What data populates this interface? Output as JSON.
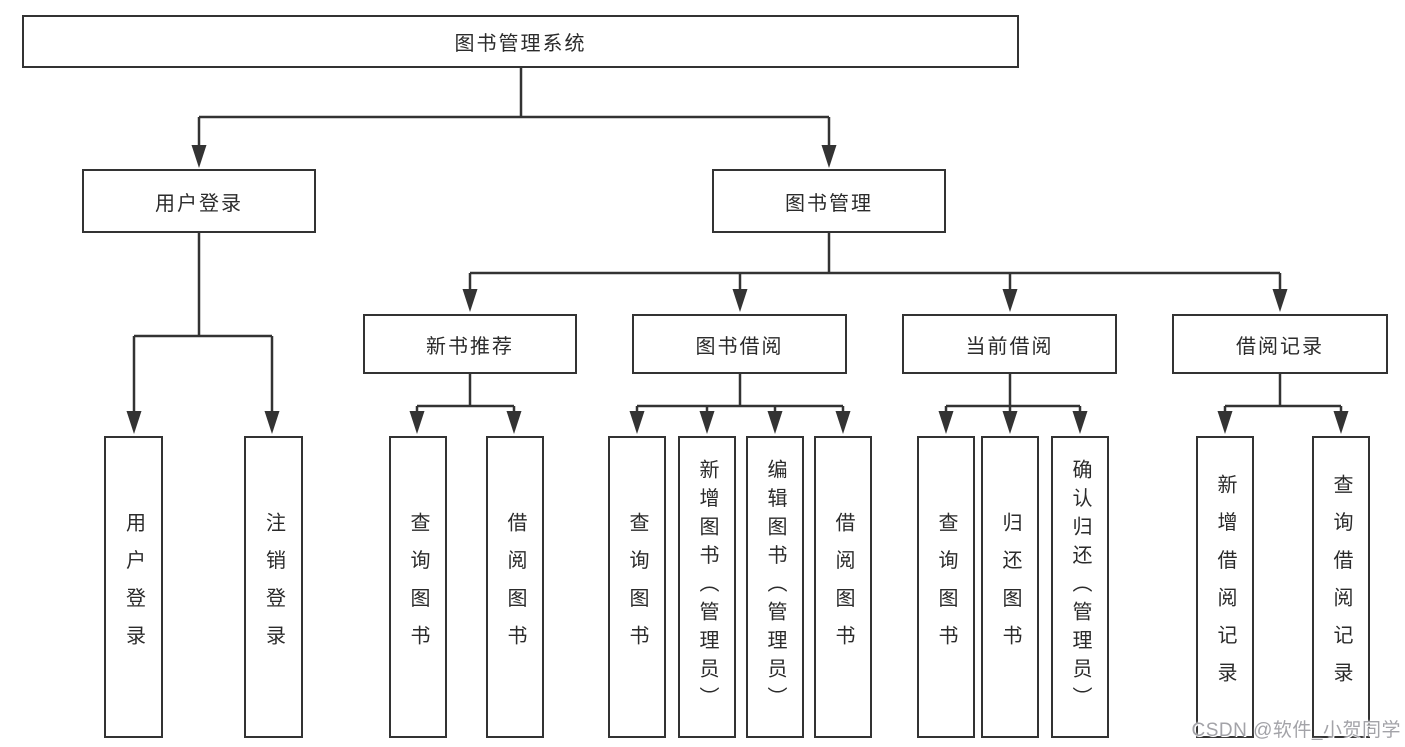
{
  "diagram": {
    "tree": {
      "label": "图书管理系统",
      "children": [
        {
          "label": "用户登录",
          "children": [
            {
              "label": "用户登录"
            },
            {
              "label": "注销登录"
            }
          ]
        },
        {
          "label": "图书管理",
          "children": [
            {
              "label": "新书推荐",
              "children": [
                {
                  "label": "查询图书"
                },
                {
                  "label": "借阅图书"
                }
              ]
            },
            {
              "label": "图书借阅",
              "children": [
                {
                  "label": "查询图书"
                },
                {
                  "label": "新增图书（管理员）"
                },
                {
                  "label": "编辑图书（管理员）"
                },
                {
                  "label": "借阅图书"
                }
              ]
            },
            {
              "label": "当前借阅",
              "children": [
                {
                  "label": "查询图书"
                },
                {
                  "label": "归还图书"
                },
                {
                  "label": "确认归还（管理员）"
                }
              ]
            },
            {
              "label": "借阅记录",
              "children": [
                {
                  "label": "新增借阅记录"
                },
                {
                  "label": "查询借阅记录"
                }
              ]
            }
          ]
        }
      ]
    }
  },
  "watermark": {
    "text": "CSDN @软件_小贺同学"
  },
  "colors": {
    "line": "#333333",
    "text": "#2b2b2b",
    "watermark": "#a3a3a8",
    "background": "#ffffff"
  }
}
